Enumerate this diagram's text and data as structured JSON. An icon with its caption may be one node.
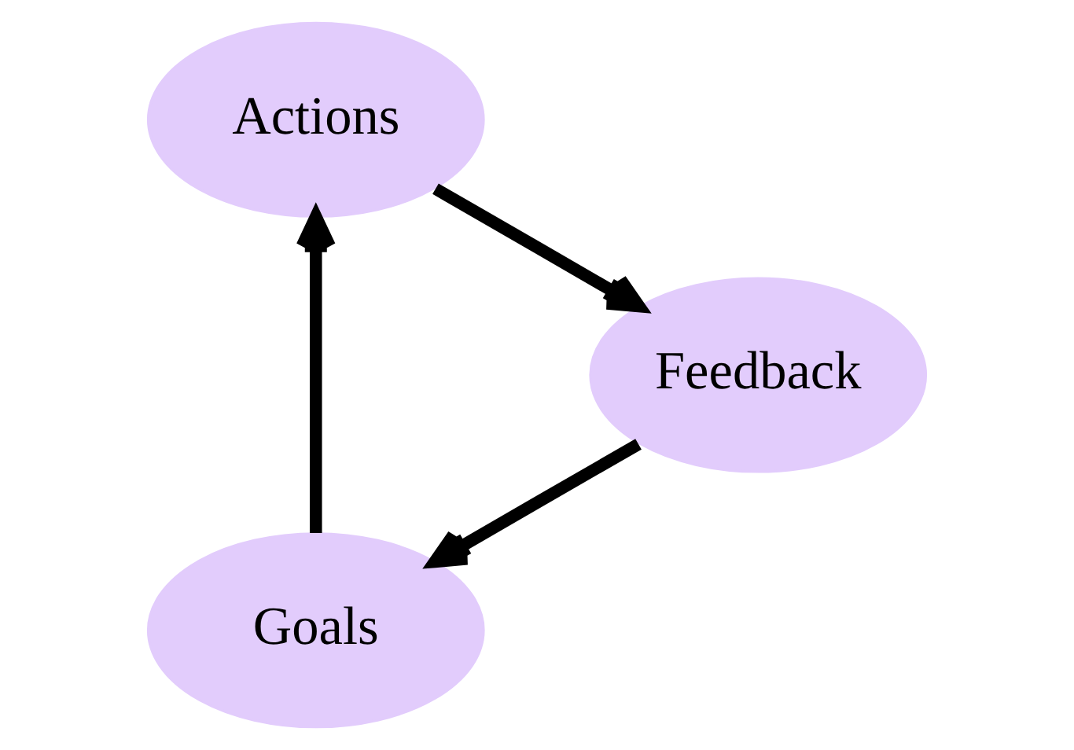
{
  "diagram": {
    "nodes": [
      {
        "text": [
          "Goals"
        ]
      },
      {
        "text": [
          "Actions"
        ]
      },
      {
        "text": [
          "Feedback"
        ]
      }
    ],
    "edges": [
      {
        "from": 0,
        "to": 1,
        "arrow": "to"
      },
      {
        "from": 1,
        "to": 2,
        "arrow": "to"
      },
      {
        "from": 2,
        "to": 0,
        "arrow": "to"
      }
    ]
  }
}
